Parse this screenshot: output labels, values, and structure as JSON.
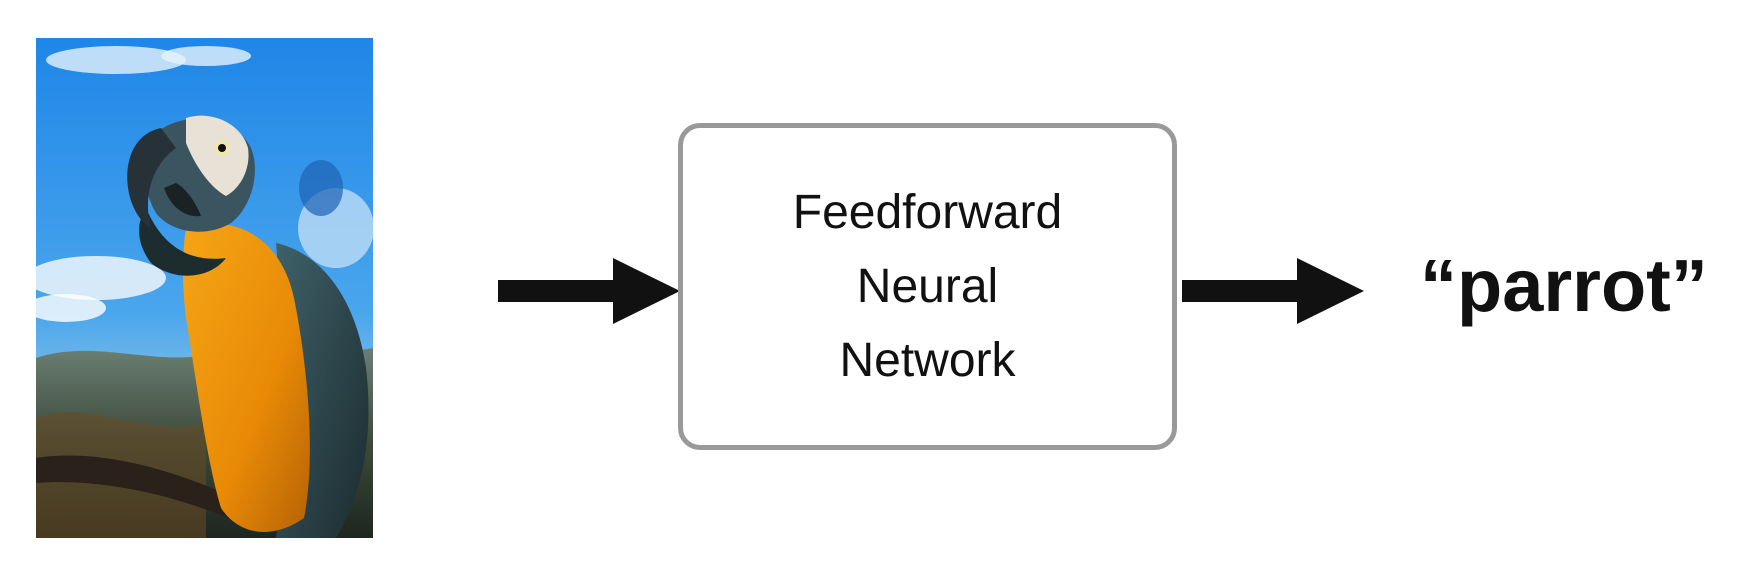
{
  "diagram": {
    "input_image": {
      "subject": "parrot photo"
    },
    "network_box": {
      "lines": [
        "Feedforward",
        "Neural",
        "Network"
      ]
    },
    "output": {
      "label": "“parrot”"
    },
    "colors": {
      "arrow": "#111111",
      "box_border": "#999999",
      "text": "#111111",
      "sky": "#2e8fe6",
      "parrot_orange": "#f0930a",
      "parrot_dark": "#2f4a4e"
    }
  }
}
